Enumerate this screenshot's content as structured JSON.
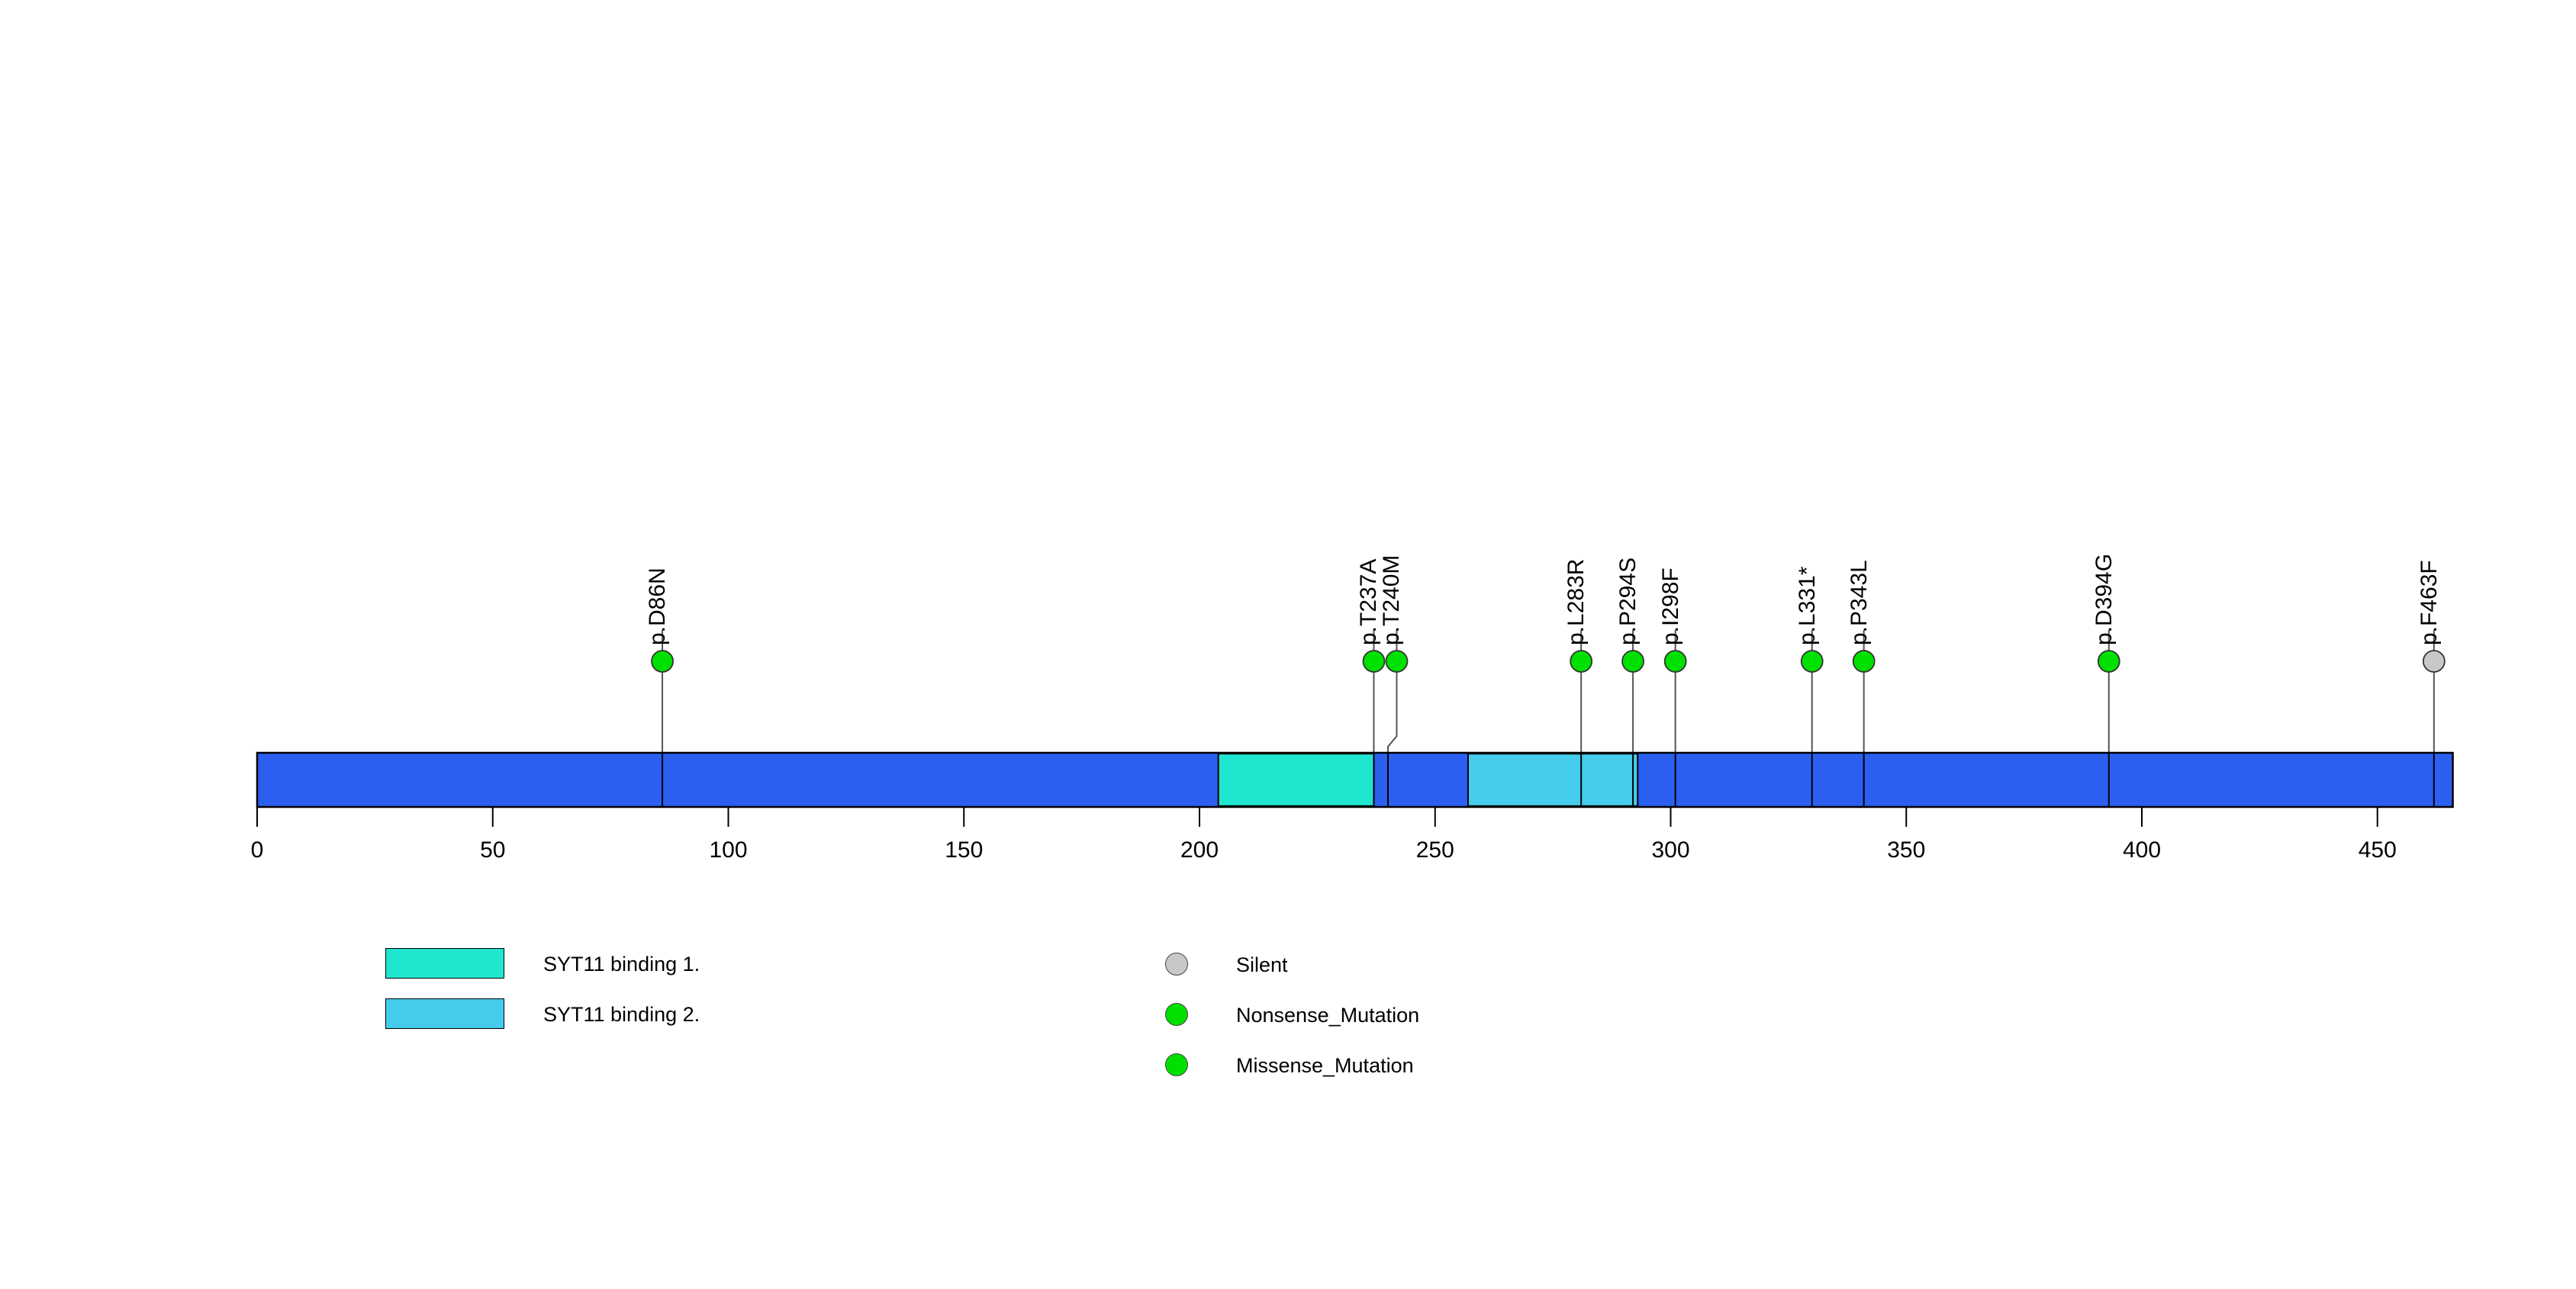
{
  "chart_data": {
    "type": "lollipop",
    "title": "",
    "xlabel": "",
    "ylabel": "",
    "xlim": [
      0,
      466
    ],
    "axis_ticks": [
      0,
      50,
      100,
      150,
      200,
      250,
      300,
      350,
      400,
      450
    ],
    "protein_length": 466,
    "backbone_color": "#2A5FF0",
    "mutations": [
      {
        "label": "p.D86N",
        "position": 86,
        "type": "Missense_Mutation",
        "color": "#00E000",
        "count": 1
      },
      {
        "label": "p.T237A",
        "position": 237,
        "type": "Missense_Mutation",
        "color": "#00E000",
        "count": 1
      },
      {
        "label": "p.T240M",
        "position": 240,
        "type": "Missense_Mutation",
        "color": "#00E000",
        "count": 1
      },
      {
        "label": "p.L283R",
        "position": 281,
        "type": "Missense_Mutation",
        "color": "#00E000",
        "count": 1
      },
      {
        "label": "p.P294S",
        "position": 292,
        "type": "Missense_Mutation",
        "color": "#00E000",
        "count": 1
      },
      {
        "label": "p.I298F",
        "position": 301,
        "type": "Missense_Mutation",
        "color": "#00E000",
        "count": 1
      },
      {
        "label": "p.L331*",
        "position": 330,
        "type": "Nonsense_Mutation",
        "color": "#00E000",
        "count": 1
      },
      {
        "label": "p.P343L",
        "position": 341,
        "type": "Missense_Mutation",
        "color": "#00E000",
        "count": 1
      },
      {
        "label": "p.D394G",
        "position": 393,
        "type": "Missense_Mutation",
        "color": "#00E000",
        "count": 1
      },
      {
        "label": "p.F463F",
        "position": 462,
        "type": "Silent",
        "color": "#C8C8C8",
        "count": 1
      }
    ],
    "domains": [
      {
        "name": "SYT11 binding 1.",
        "start": 204,
        "end": 237,
        "color": "#20E6D0"
      },
      {
        "name": "SYT11 binding 2.",
        "start": 257,
        "end": 293,
        "color": "#45CCEC"
      }
    ]
  },
  "domain_legend": {
    "items": [
      {
        "label": "SYT11 binding 1.",
        "color": "#20E6D0"
      },
      {
        "label": "SYT11 binding 2.",
        "color": "#45CCEC"
      }
    ]
  },
  "mutation_legend": {
    "items": [
      {
        "label": "Silent",
        "color": "#C8C8C8"
      },
      {
        "label": "Nonsense_Mutation",
        "color": "#00E000"
      },
      {
        "label": "Missense_Mutation",
        "color": "#00E000"
      }
    ]
  }
}
